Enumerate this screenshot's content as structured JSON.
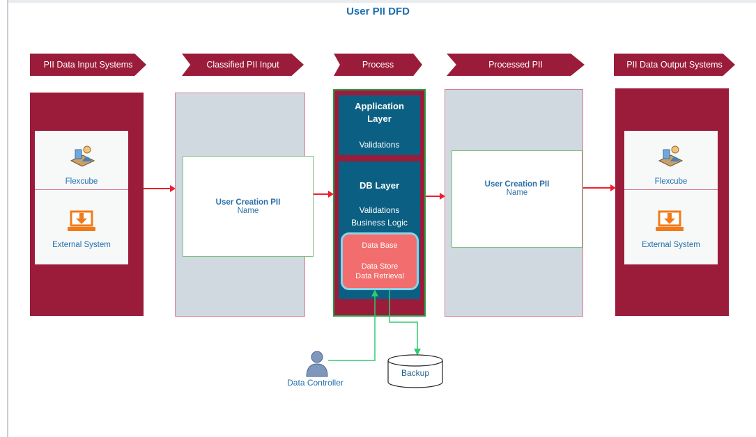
{
  "title": "User PII DFD",
  "stages": [
    "PII Data Input Systems",
    "Classified PII Input",
    "Process",
    "Processed PII",
    "PII Data Output Systems"
  ],
  "input_systems": {
    "system_1": {
      "label": "Flexcube",
      "icon": "user-workstation-icon"
    },
    "system_2": {
      "label": "External System",
      "icon": "laptop-download-icon"
    }
  },
  "classified_input": {
    "title": "User Creation PII",
    "field": "Name"
  },
  "process": {
    "application_layer": {
      "title_line1": "Application",
      "title_line2": "Layer",
      "item": "Validations"
    },
    "db_layer": {
      "title": "DB Layer",
      "item1": "Validations",
      "item2": "Business Logic"
    },
    "database": {
      "title": "Data Base",
      "line1": "Data Store",
      "line2": "Data Retrieval"
    }
  },
  "processed_pii": {
    "title": "User Creation PII",
    "field": "Name"
  },
  "output_systems": {
    "system_1": {
      "label": "Flexcube",
      "icon": "user-workstation-icon"
    },
    "system_2": {
      "label": "External System",
      "icon": "laptop-download-icon"
    }
  },
  "actors": {
    "data_controller": {
      "label": "Data Controller",
      "icon": "person-icon"
    },
    "backup": {
      "label": "Backup",
      "icon": "database-cylinder-icon"
    }
  },
  "colors": {
    "maroon": "#9b1c3a",
    "teal": "#0b5f82",
    "gray_panel": "#cfd9df",
    "red_arrow": "#ee1f2d",
    "green_line": "#2e9a45",
    "salmon": "#f26d6d",
    "blue_text": "#1f6fae"
  }
}
